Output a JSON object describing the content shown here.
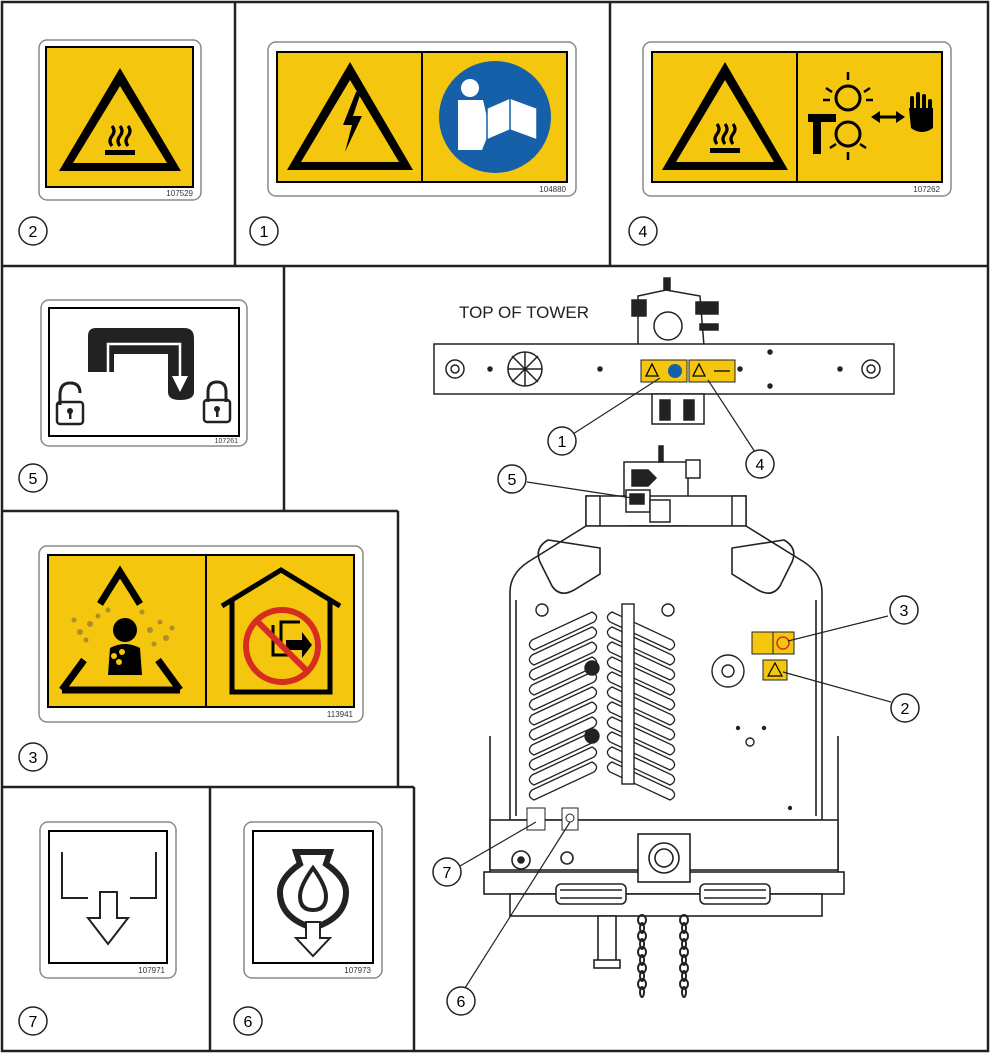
{
  "colors": {
    "safety_yellow": "#F5C60E",
    "mandatory_blue": "#1560A8",
    "prohibition_red": "#D62C22",
    "line": "#222222"
  },
  "top_label": "TOP OF TOWER",
  "decals": [
    {
      "callout": "2",
      "part_number": "107529",
      "symbols": [
        "hot-surface-icon"
      ]
    },
    {
      "callout": "1",
      "part_number": "104880",
      "symbols": [
        "electric-shock-icon",
        "read-manual-icon"
      ]
    },
    {
      "callout": "4",
      "part_number": "107262",
      "symbols": [
        "hot-surface-icon",
        "keep-hands-away-from-light-icon"
      ]
    },
    {
      "callout": "5",
      "part_number": "107261",
      "symbols": [
        "lock-unlock-arrow-icon"
      ]
    },
    {
      "callout": "3",
      "part_number": "113941",
      "symbols": [
        "toxic-fumes-icon",
        "no-indoor-operation-icon"
      ]
    },
    {
      "callout": "7",
      "part_number": "107971",
      "symbols": [
        "drain-icon"
      ]
    },
    {
      "callout": "6",
      "part_number": "107973",
      "symbols": [
        "oil-drain-icon"
      ]
    }
  ],
  "machine_callouts": [
    "1",
    "4",
    "5",
    "3",
    "2",
    "7",
    "6"
  ]
}
